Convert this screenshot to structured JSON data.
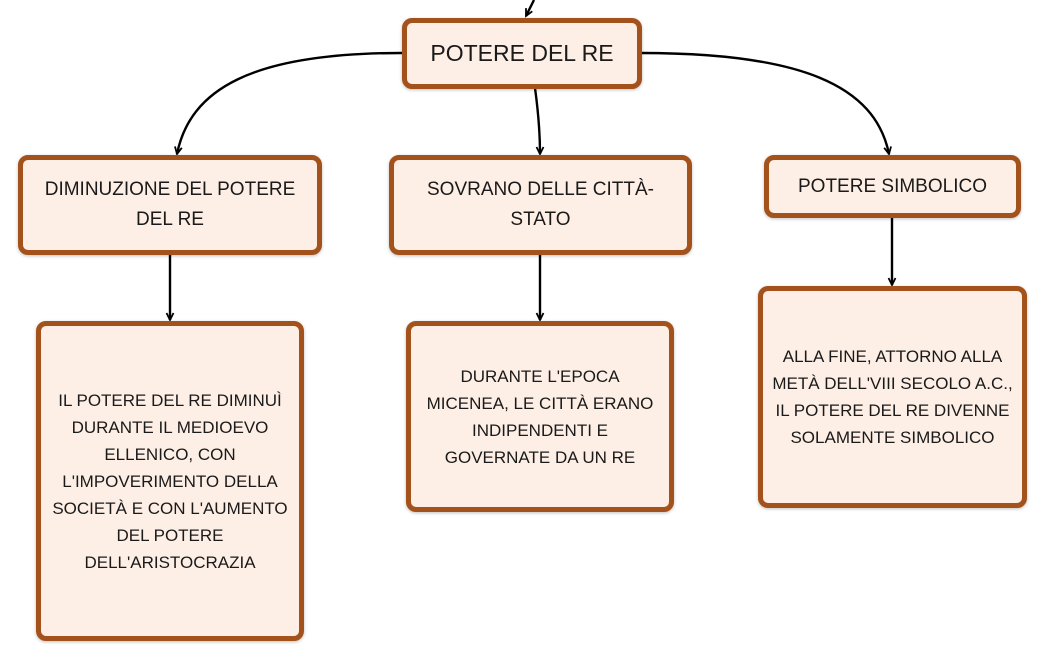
{
  "diagram": {
    "root": {
      "label": "POTERE DEL RE"
    },
    "branches": [
      {
        "label": "DIMINUZIONE DEL POTERE DEL RE",
        "detail": "IL POTERE DEL RE DIMINUÌ DURANTE IL MEDIOEVO ELLENICO, CON L'IMPOVERIMENTO DELLA SOCIETÀ E CON L'AUMENTO DEL POTERE DELL'ARISTOCRAZIA"
      },
      {
        "label": "SOVRANO DELLE CITTÀ-STATO",
        "detail": "DURANTE L'EPOCA MICENEA, LE CITTÀ ERANO INDIPENDENTI E GOVERNATE DA UN RE"
      },
      {
        "label": "POTERE SIMBOLICO",
        "detail": "ALLA FINE, ATTORNO ALLA METÀ DELL'VIII SECOLO A.C., IL POTERE DEL RE DIVENNE SOLAMENTE SIMBOLICO"
      }
    ]
  },
  "colors": {
    "node_fill": "#fdefe5",
    "node_border": "#a4521b",
    "edge": "#000000",
    "text": "#1a1a1a"
  }
}
